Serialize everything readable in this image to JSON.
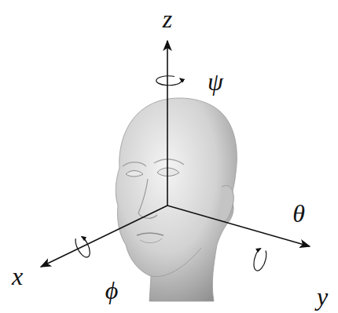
{
  "diagram": {
    "labels": [
      "z",
      "ψ",
      "θ",
      "x",
      "ϕ",
      "y"
    ]
  }
}
